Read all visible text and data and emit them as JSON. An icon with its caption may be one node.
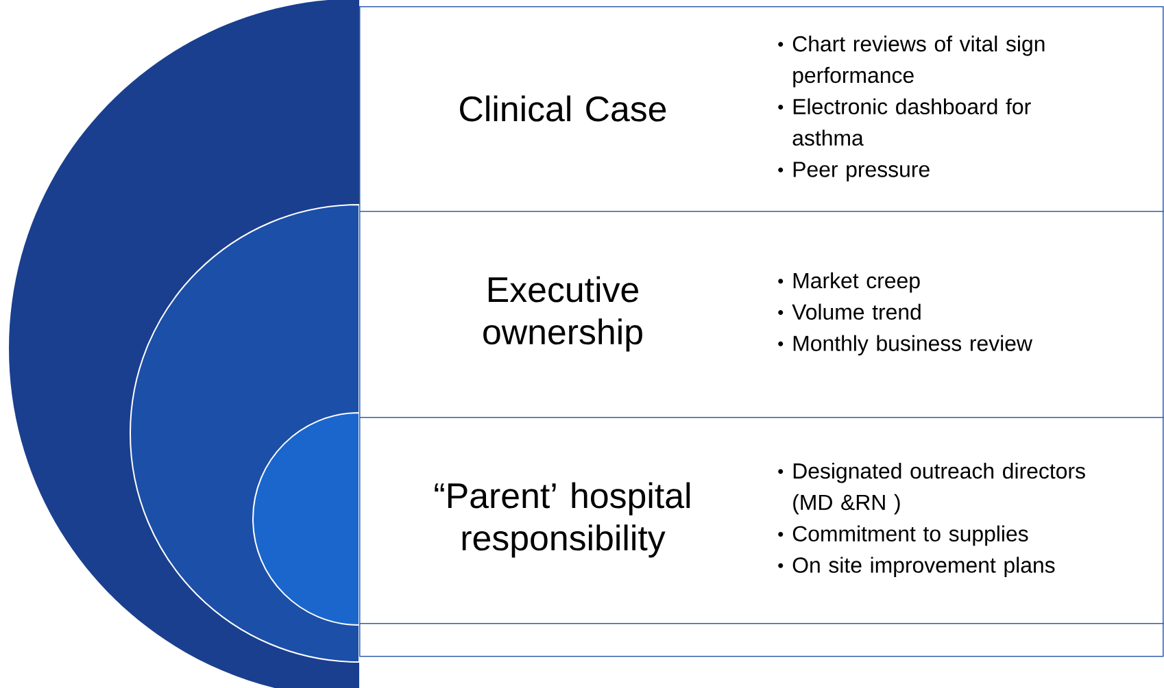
{
  "diagram": {
    "nodes": [
      {
        "text": [
          "Clinical Case",
          "Chart reviews of vital sign performance",
          "Electronic dashboard for asthma",
          "Peer pressure"
        ]
      },
      {
        "text": [
          "Executive ownership",
          "Market creep",
          "Volume trend",
          "Monthly business review"
        ]
      },
      {
        "text": [
          "“Parent’ hospital responsibility",
          "Designated outreach directors (MD &RN )",
          "Commitment to supplies",
          "On site improvement plans"
        ]
      },
      {
        "text": [],
        "shape": "box"
      }
    ]
  }
}
